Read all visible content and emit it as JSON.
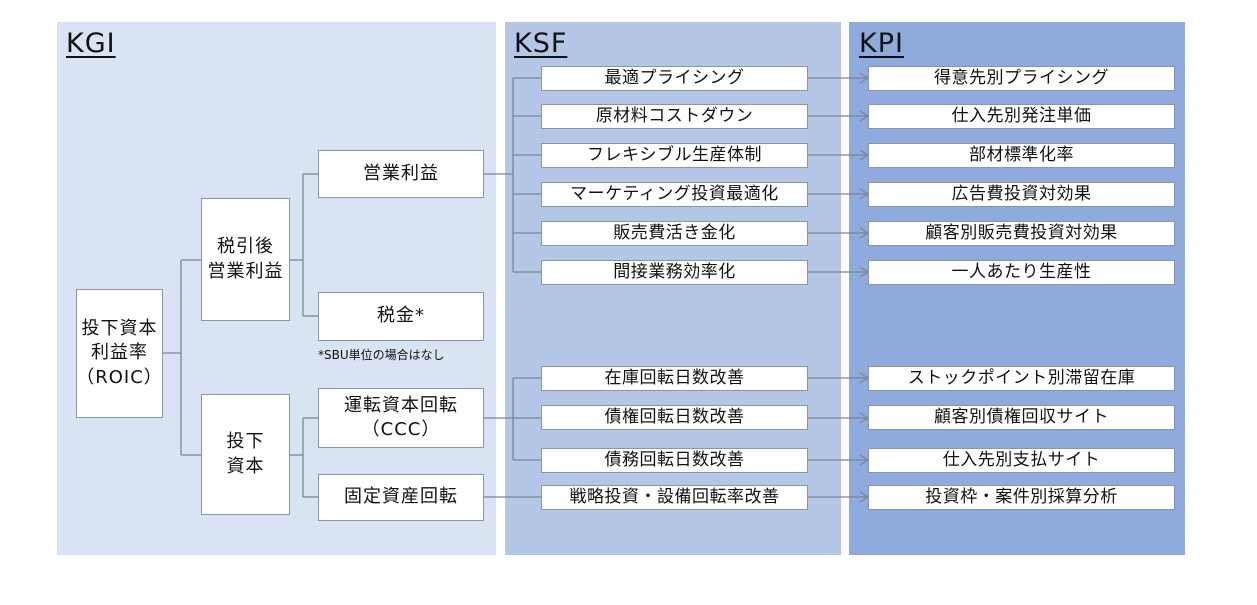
{
  "headings": {
    "kgi": "KGI",
    "ksf": "KSF",
    "kpi": "KPI"
  },
  "kgi": {
    "roic": "投下資本\n利益率\n（ROIC）",
    "after_tax_op": "税引後\n営業利益",
    "invested_capital": "投下\n資本",
    "op_profit": "営業利益",
    "tax": "税金*",
    "tax_note": "*SBU単位の場合はなし",
    "working_capital": "運転資本回転\n（CCC）",
    "fixed_asset": "固定資産回転"
  },
  "ksf": [
    "最適プライシング",
    "原材料コストダウン",
    "フレキシブル生産体制",
    "マーケティング投資最適化",
    "販売費活き金化",
    "間接業務効率化",
    "在庫回転日数改善",
    "債権回転日数改善",
    "債務回転日数改善",
    "戦略投資・設備回転率改善"
  ],
  "kpi": [
    "得意先別プライシング",
    "仕入先別発注単価",
    "部材標準化率",
    "広告費投資対効果",
    "顧客別販売費投資対効果",
    "一人あたり生産性",
    "ストックポイント別滞留在庫",
    "顧客別債権回収サイト",
    "仕入先別支払サイト",
    "投資枠・案件別採算分析"
  ]
}
